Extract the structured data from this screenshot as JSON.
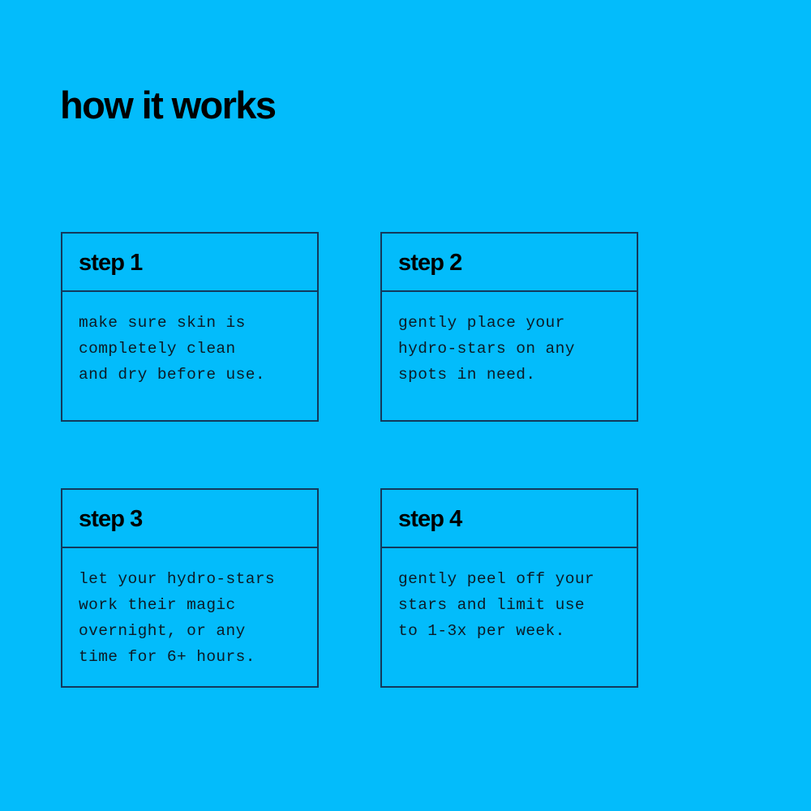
{
  "page": {
    "background_color": "#03bcfb",
    "border_color": "#13395c",
    "text_color": "#000000",
    "title": "how it works"
  },
  "steps": [
    {
      "title": "step 1",
      "text": "make sure skin is\ncompletely clean\nand dry before use."
    },
    {
      "title": "step 2",
      "text": "gently place your\nhydro-stars on any\nspots in need."
    },
    {
      "title": "step 3",
      "text": "let your hydro-stars\nwork their magic\novernight, or any\ntime for 6+ hours."
    },
    {
      "title": "step 4",
      "text": "gently peel off your\nstars and limit use\nto 1-3x per week."
    }
  ]
}
